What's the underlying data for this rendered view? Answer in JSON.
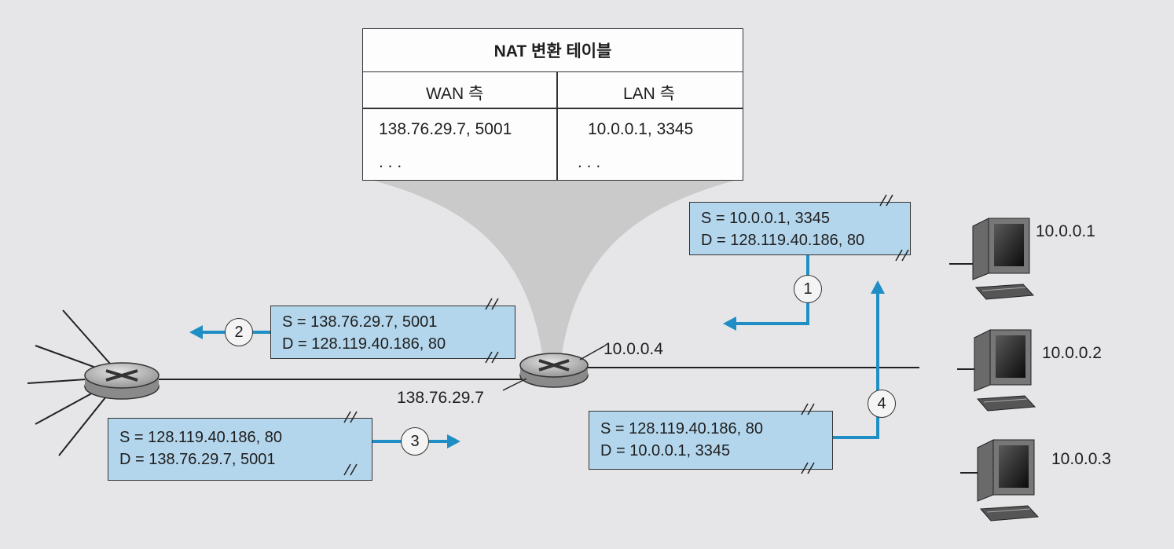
{
  "nat_table": {
    "title": "NAT 변환 테이블",
    "wan_header": "WAN 측",
    "lan_header": "LAN 측",
    "rows": [
      {
        "wan": "138.76.29.7, 5001",
        "lan": "10.0.0.1, 3345"
      },
      {
        "wan": ". . .",
        "lan": ". . ."
      }
    ]
  },
  "packets": {
    "p1": {
      "src": "S = 10.0.0.1, 3345",
      "dst": "D = 128.119.40.186, 80"
    },
    "p2": {
      "src": "S = 138.76.29.7, 5001",
      "dst": "D = 128.119.40.186, 80"
    },
    "p3": {
      "src": "S = 128.119.40.186, 80",
      "dst": "D = 138.76.29.7, 5001"
    },
    "p4": {
      "src": "S = 128.119.40.186, 80",
      "dst": "D = 10.0.0.1, 3345"
    }
  },
  "steps": [
    "1",
    "2",
    "3",
    "4"
  ],
  "nat_router": {
    "lan_ip": "10.0.0.4",
    "wan_ip": "138.76.29.7"
  },
  "hosts": [
    "10.0.0.1",
    "10.0.0.2",
    "10.0.0.3"
  ],
  "colors": {
    "packet_fill": "#b4d6ec",
    "arrow": "#1f8ec5",
    "funnel": "#c6c6c8"
  }
}
